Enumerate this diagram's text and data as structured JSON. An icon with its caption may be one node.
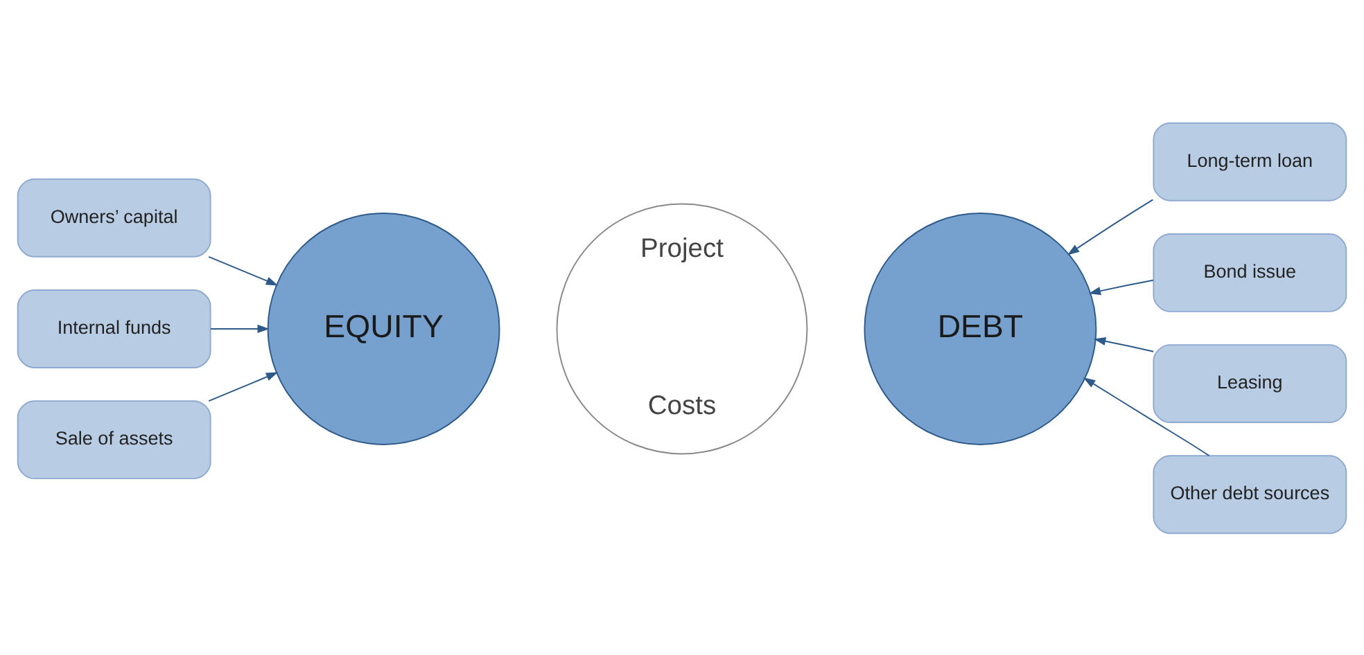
{
  "diagram": {
    "nodes": [
      {
        "text": [
          "Project",
          "Costs"
        ]
      },
      {
        "text": [
          "Owners’ capital"
        ]
      },
      {
        "text": [
          "Internal funds"
        ]
      },
      {
        "text": [
          "Sale of assets"
        ]
      },
      {
        "text": [
          "EQUITY"
        ]
      },
      {
        "text": [
          "DEBT"
        ]
      },
      {
        "text": [
          "Long-term loan"
        ]
      },
      {
        "text": [
          "Bond issue"
        ]
      },
      {
        "text": [
          "Leasing"
        ]
      },
      {
        "text": [
          "Other debt sources"
        ]
      }
    ],
    "edges": [
      {
        "from": 1,
        "to": 4,
        "arrow": "to"
      },
      {
        "from": 2,
        "to": 4,
        "arrow": "to"
      },
      {
        "from": 3,
        "to": 4,
        "arrow": "to"
      },
      {
        "from": 6,
        "to": 5,
        "arrow": "to"
      },
      {
        "from": 7,
        "to": 5,
        "arrow": "to"
      },
      {
        "from": 8,
        "to": 5,
        "arrow": "to"
      },
      {
        "from": 9,
        "to": 5,
        "arrow": "to"
      }
    ]
  }
}
